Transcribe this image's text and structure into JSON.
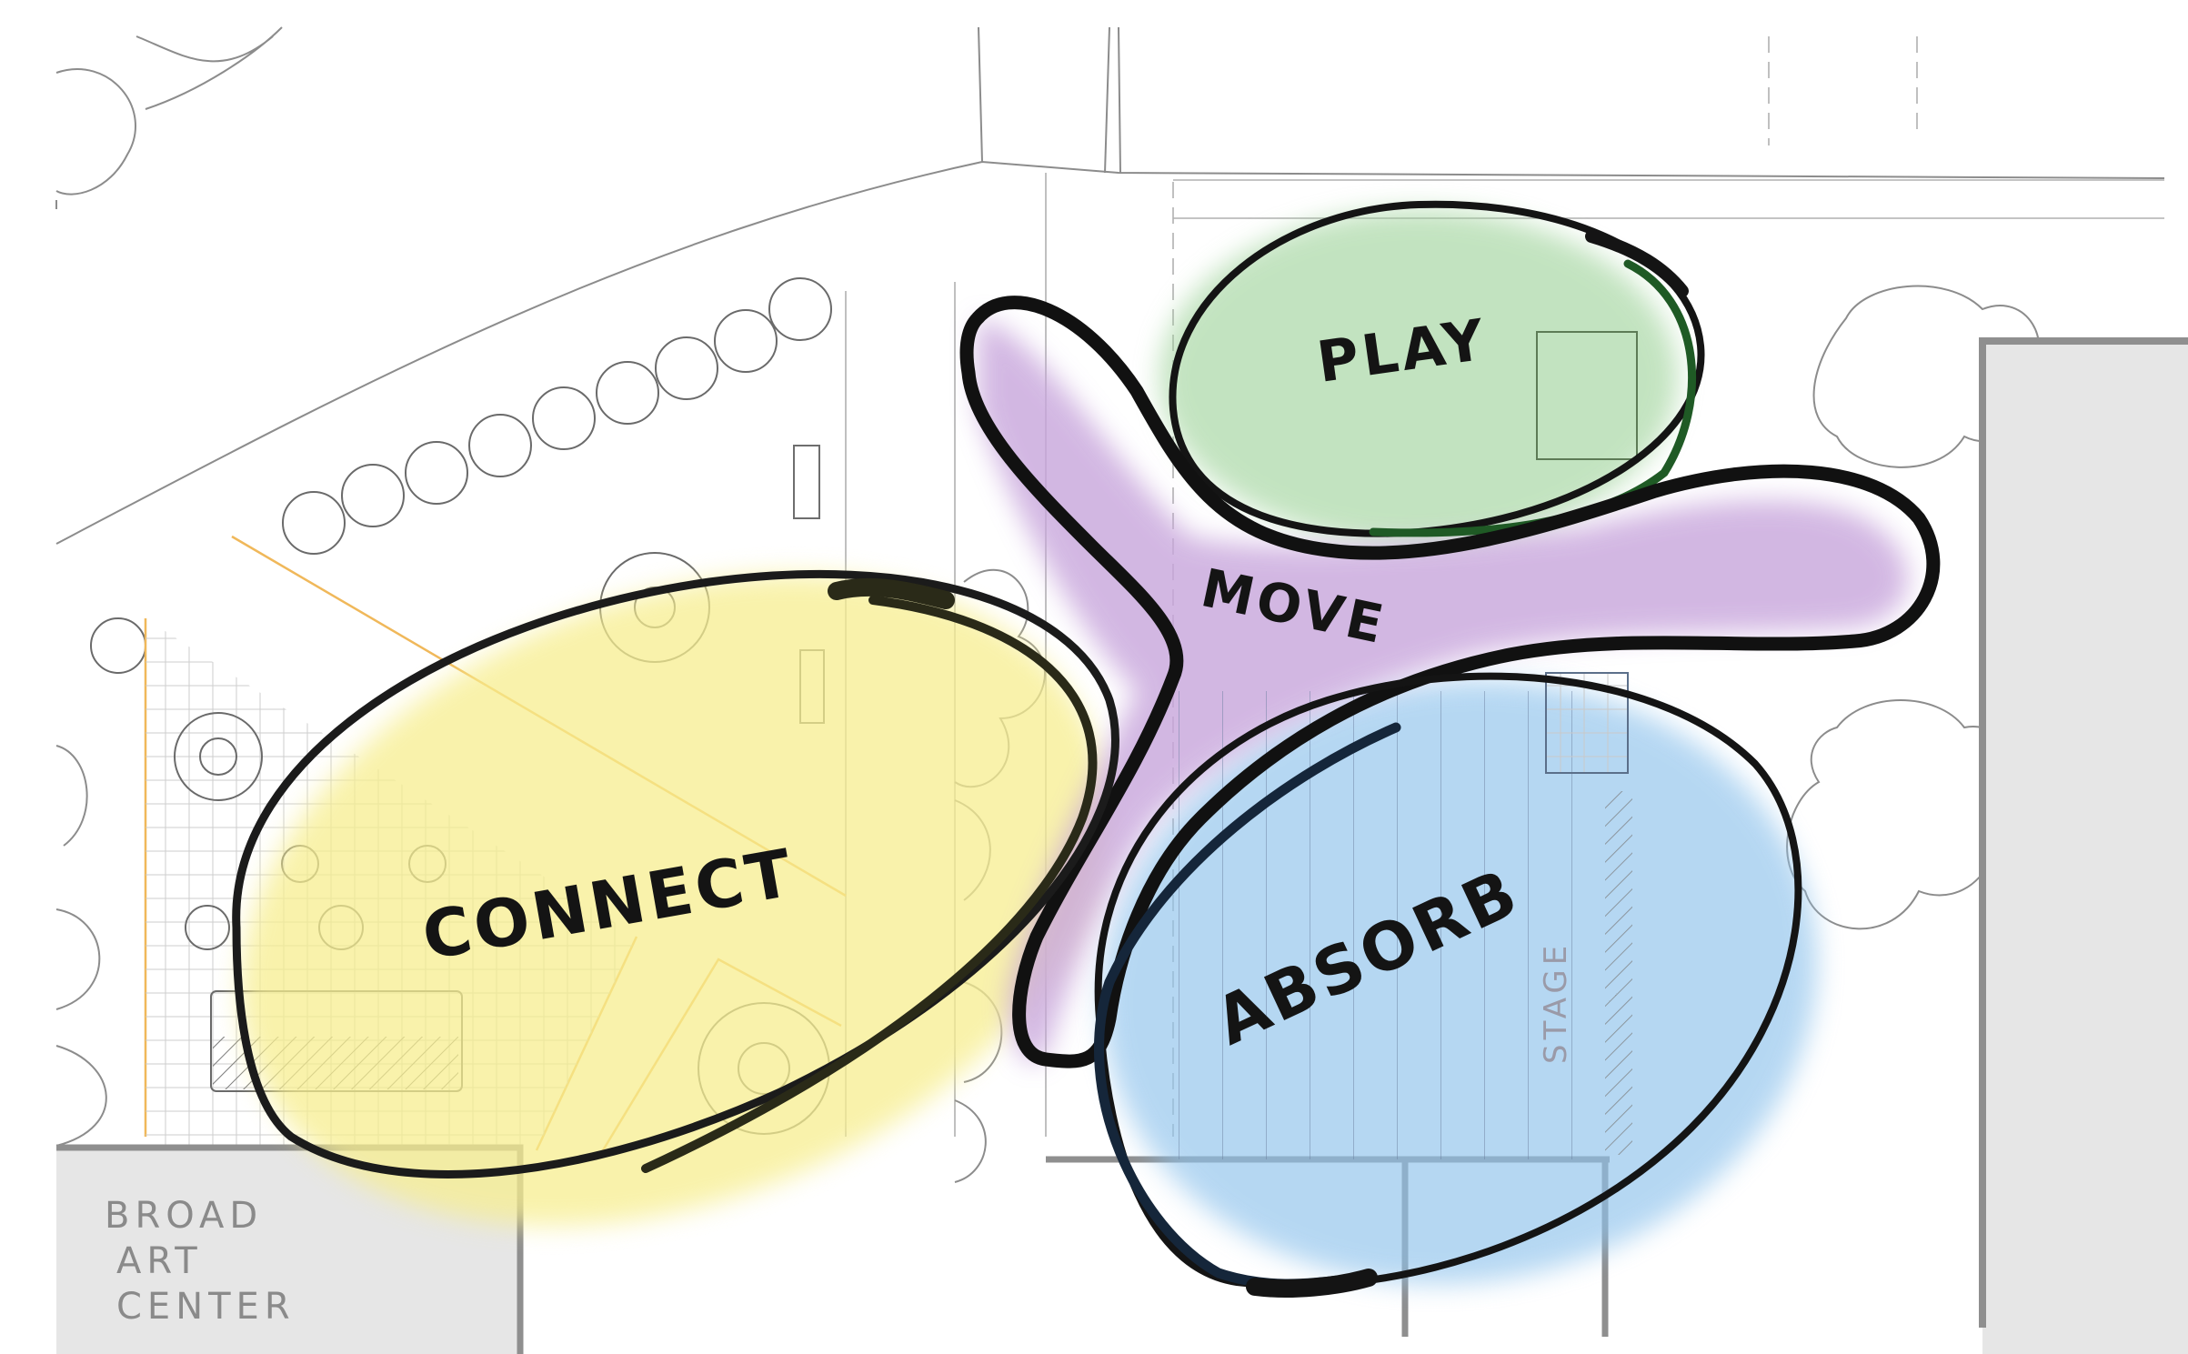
{
  "zones": {
    "play": {
      "label": "PLAY",
      "color": "#9ed39a",
      "outline": "#1f5a25"
    },
    "move": {
      "label": "MOVE",
      "color": "#c8a6dc",
      "outline": "#111111"
    },
    "connect": {
      "label": "CONNECT",
      "color": "#f7ee8f",
      "outline": "#2a2a18"
    },
    "absorb": {
      "label": "ABSORB",
      "color": "#8fc3ec",
      "outline": "#15263a"
    }
  },
  "plan": {
    "building_label": [
      "BROAD",
      "ART",
      "CENTER"
    ],
    "stage_label": "STAGE"
  },
  "colors": {
    "paving_lines": "#f0b85a",
    "sketch_lines": "#8c8c8c",
    "building_fill": "#e6e6e6"
  }
}
